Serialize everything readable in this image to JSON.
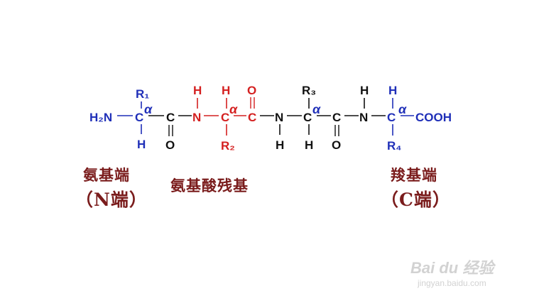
{
  "molecule": {
    "n_terminal_group": "H₂N",
    "c_terminal_group": "COOH",
    "alpha_symbol": "α",
    "carbon": "C",
    "nitrogen": "N",
    "hydrogen": "H",
    "oxygen": "O",
    "r1": "R₁",
    "r2": "R₂",
    "r3": "R₃",
    "r4": "R₄"
  },
  "labels": {
    "n_terminus_line1": "氨基端",
    "n_terminus_line2": "（N端）",
    "residue": "氨基酸残基",
    "c_terminus_line1": "羧基端",
    "c_terminus_line2": "（C端）"
  },
  "watermark": {
    "brand": "Bai du 经验",
    "url": "jingyan.baidu.com"
  },
  "colors": {
    "n_terminal": "#1f2fb8",
    "residue": "#d42020",
    "backbone": "#111111",
    "c_terminal": "#1f2fb8",
    "caption": "#7a1c1c",
    "watermark": "#d2d2d2"
  }
}
